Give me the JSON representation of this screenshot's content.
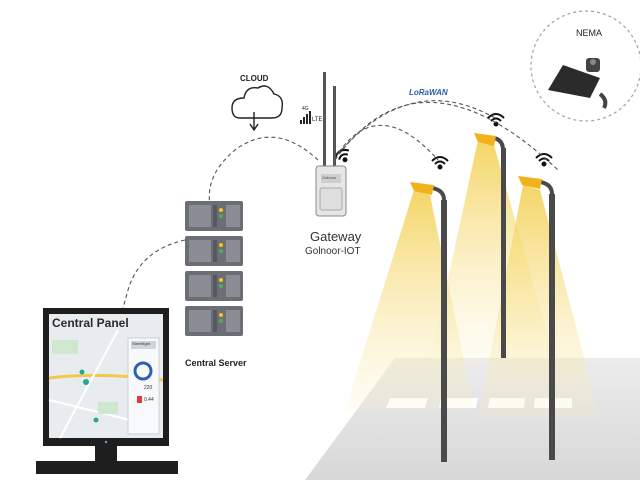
{
  "cloud": {
    "label": "CLOUD"
  },
  "gateway": {
    "title": "Gateway",
    "subtitle": "Golnoor-IOT",
    "network_badge_top": "4G",
    "network_badge": "LTE",
    "device_brand": "Golnoor"
  },
  "lorawan": {
    "label": "LoRaWAN"
  },
  "nema": {
    "label": "NEMA"
  },
  "server": {
    "label": "Central Server"
  },
  "panel": {
    "title": "Central Panel",
    "widget_header": "Streetlight",
    "stat_value": "220",
    "stat_value_2": "0.44"
  },
  "colors": {
    "line": "#555555",
    "light_beam": "#f5d86a",
    "lamp_head": "#f2b21c",
    "pole": "#4a4a4a",
    "server_body": "#6b6e75",
    "panel_badge": "#e53935"
  }
}
